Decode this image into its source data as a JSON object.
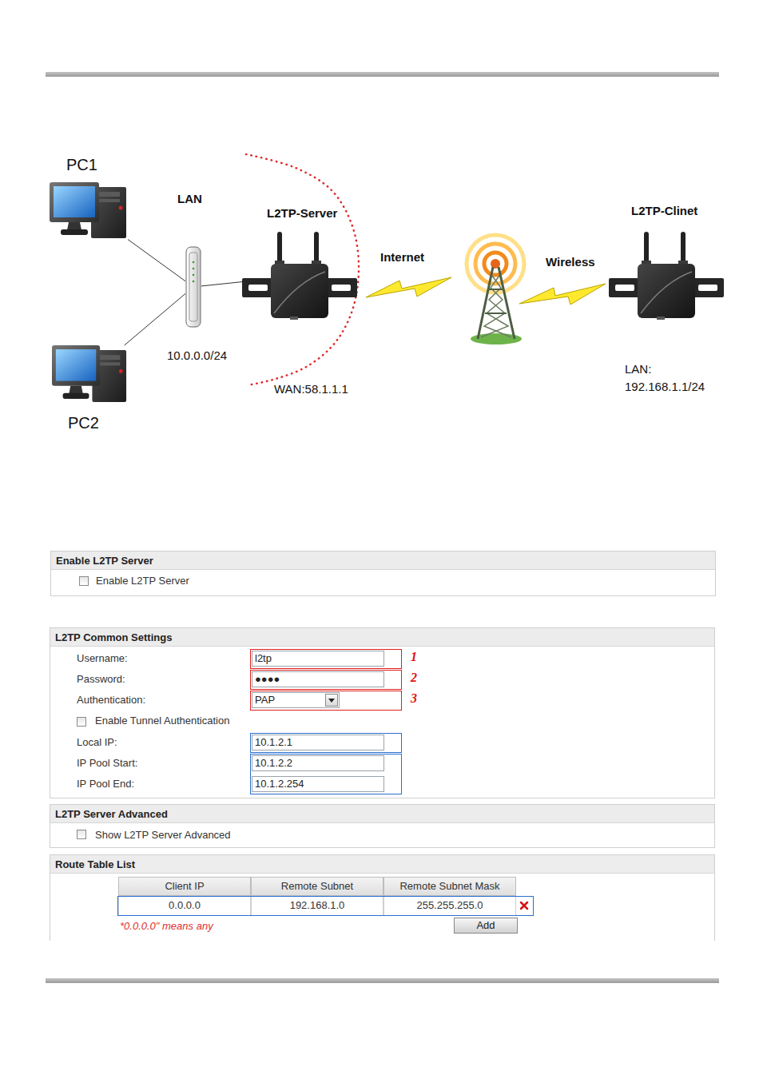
{
  "diagram": {
    "nodes": [
      {
        "text": [
          "PC1"
        ]
      },
      {
        "text": [
          "PC2"
        ]
      },
      {
        "text": [
          "10.0.0.0/24"
        ]
      },
      {
        "text": [
          "L2TP-Server"
        ]
      },
      {
        "text": [
          "L2TP-Clinet",
          "LAN: 192.168.1.1/24"
        ]
      },
      {
        "text": [
          "Enable L2TP Server",
          "Enable L2TP Server"
        ]
      },
      {
        "text": [
          "L2TP Common Settings",
          "Username:",
          "Password:",
          "Authentication:",
          "Enable Tunnel Authentication",
          "Local IP:",
          "IP Pool Start:",
          "IP Pool End:"
        ]
      },
      {
        "text": [
          "l2tp"
        ],
        "in": 6
      },
      {
        "text": [
          "●●●●"
        ],
        "in": 6
      },
      {
        "text": [
          "PAP"
        ],
        "in": 6
      },
      {
        "text": [
          "10.1.2.1"
        ],
        "in": 6
      },
      {
        "text": [
          "10.1.2.2"
        ],
        "in": 6
      },
      {
        "text": [
          "10.1.2.254"
        ],
        "in": 6
      },
      {
        "text": [
          "L2TP Server Advanced",
          "Show L2TP Server Advanced"
        ]
      },
      {
        "text": [
          "Route Table List",
          "*0.0.0.0\" means any"
        ]
      },
      {
        "text": [
          "Add"
        ],
        "in": 14
      }
    ],
    "edges": [
      {
        "from": 0,
        "to": 2,
        "arrow": "none"
      },
      {
        "from": 1,
        "to": 2,
        "arrow": "none"
      },
      {
        "from": 2,
        "to": 3,
        "arrow": "none"
      }
    ],
    "labels": [
      "LAN",
      "Internet",
      "Wireless",
      "WAN:58.1.1.1",
      "1",
      "2",
      "3",
      "Client IP",
      "Remote Subnet",
      "Remote Subnet Mask",
      "0.0.0.0",
      "192.168.1.0",
      "255.255.255.0"
    ]
  }
}
